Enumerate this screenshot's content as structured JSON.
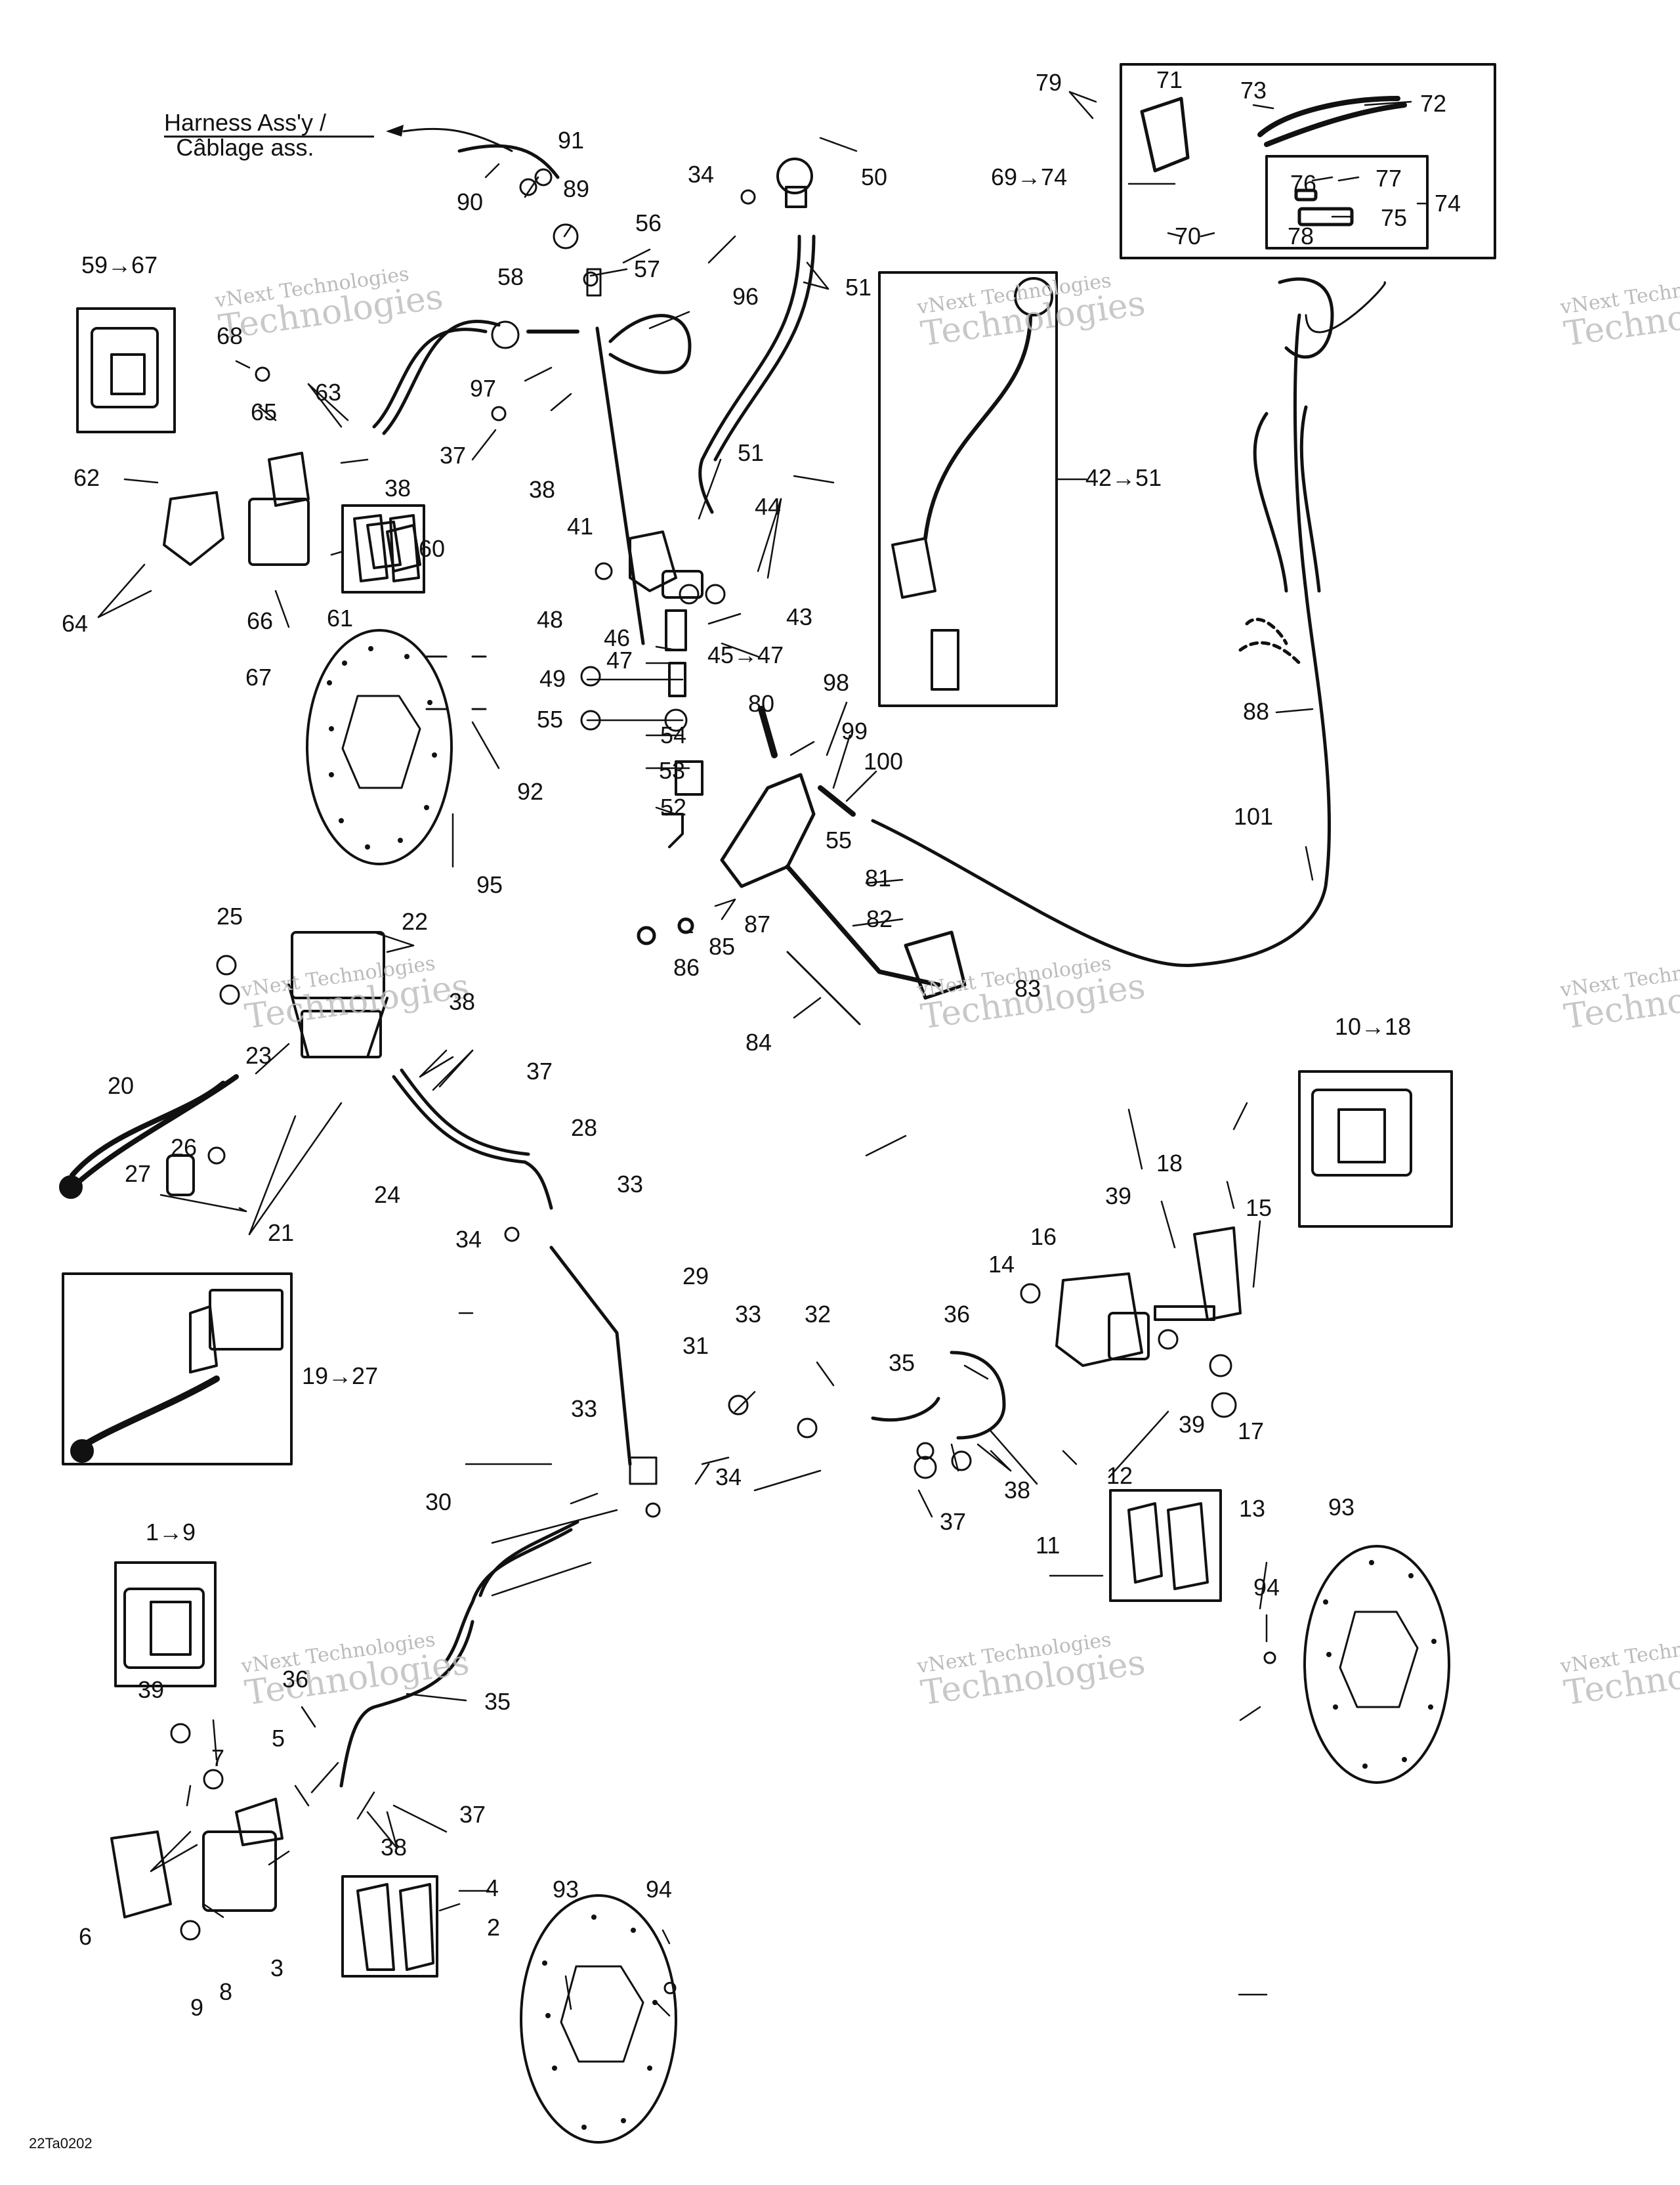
{
  "drawing_code": "22Ta0202",
  "harness_note": {
    "line1": "Harness Ass'y /",
    "line2": "Câblage ass."
  },
  "watermark": {
    "line1": "vNext Technologies",
    "line2": "Technologies"
  },
  "callouts": [
    "1→9",
    "2",
    "3",
    "4",
    "5",
    "6",
    "7",
    "8",
    "9",
    "10→18",
    "11",
    "12",
    "13",
    "14",
    "15",
    "16",
    "17",
    "18",
    "19→27",
    "20",
    "21",
    "22",
    "23",
    "24",
    "25",
    "26",
    "27",
    "28",
    "29",
    "30",
    "31",
    "32",
    "33",
    "33",
    "33",
    "34",
    "34",
    "34",
    "35",
    "35",
    "36",
    "36",
    "37",
    "37",
    "37",
    "37",
    "38",
    "38",
    "38",
    "38",
    "38",
    "39",
    "39",
    "39",
    "41",
    "42→51",
    "43",
    "44",
    "45→47",
    "46",
    "47",
    "48",
    "49",
    "50",
    "51",
    "51",
    "52",
    "53",
    "54",
    "55",
    "55",
    "56",
    "57",
    "58",
    "59→67",
    "60",
    "61",
    "62",
    "63",
    "64",
    "65",
    "66",
    "67",
    "68",
    "69→74",
    "70",
    "71",
    "72",
    "73",
    "74",
    "75",
    "76",
    "77",
    "78",
    "79",
    "80",
    "81",
    "82",
    "83",
    "84",
    "85",
    "86",
    "87",
    "88",
    "89",
    "90",
    "91",
    "92",
    "93",
    "93",
    "94",
    "94",
    "95",
    "96",
    "97",
    "98",
    "99",
    "100",
    "101"
  ],
  "colors": {
    "ink": "#111111",
    "watermark": "#bbbbbb",
    "background": "#ffffff"
  }
}
